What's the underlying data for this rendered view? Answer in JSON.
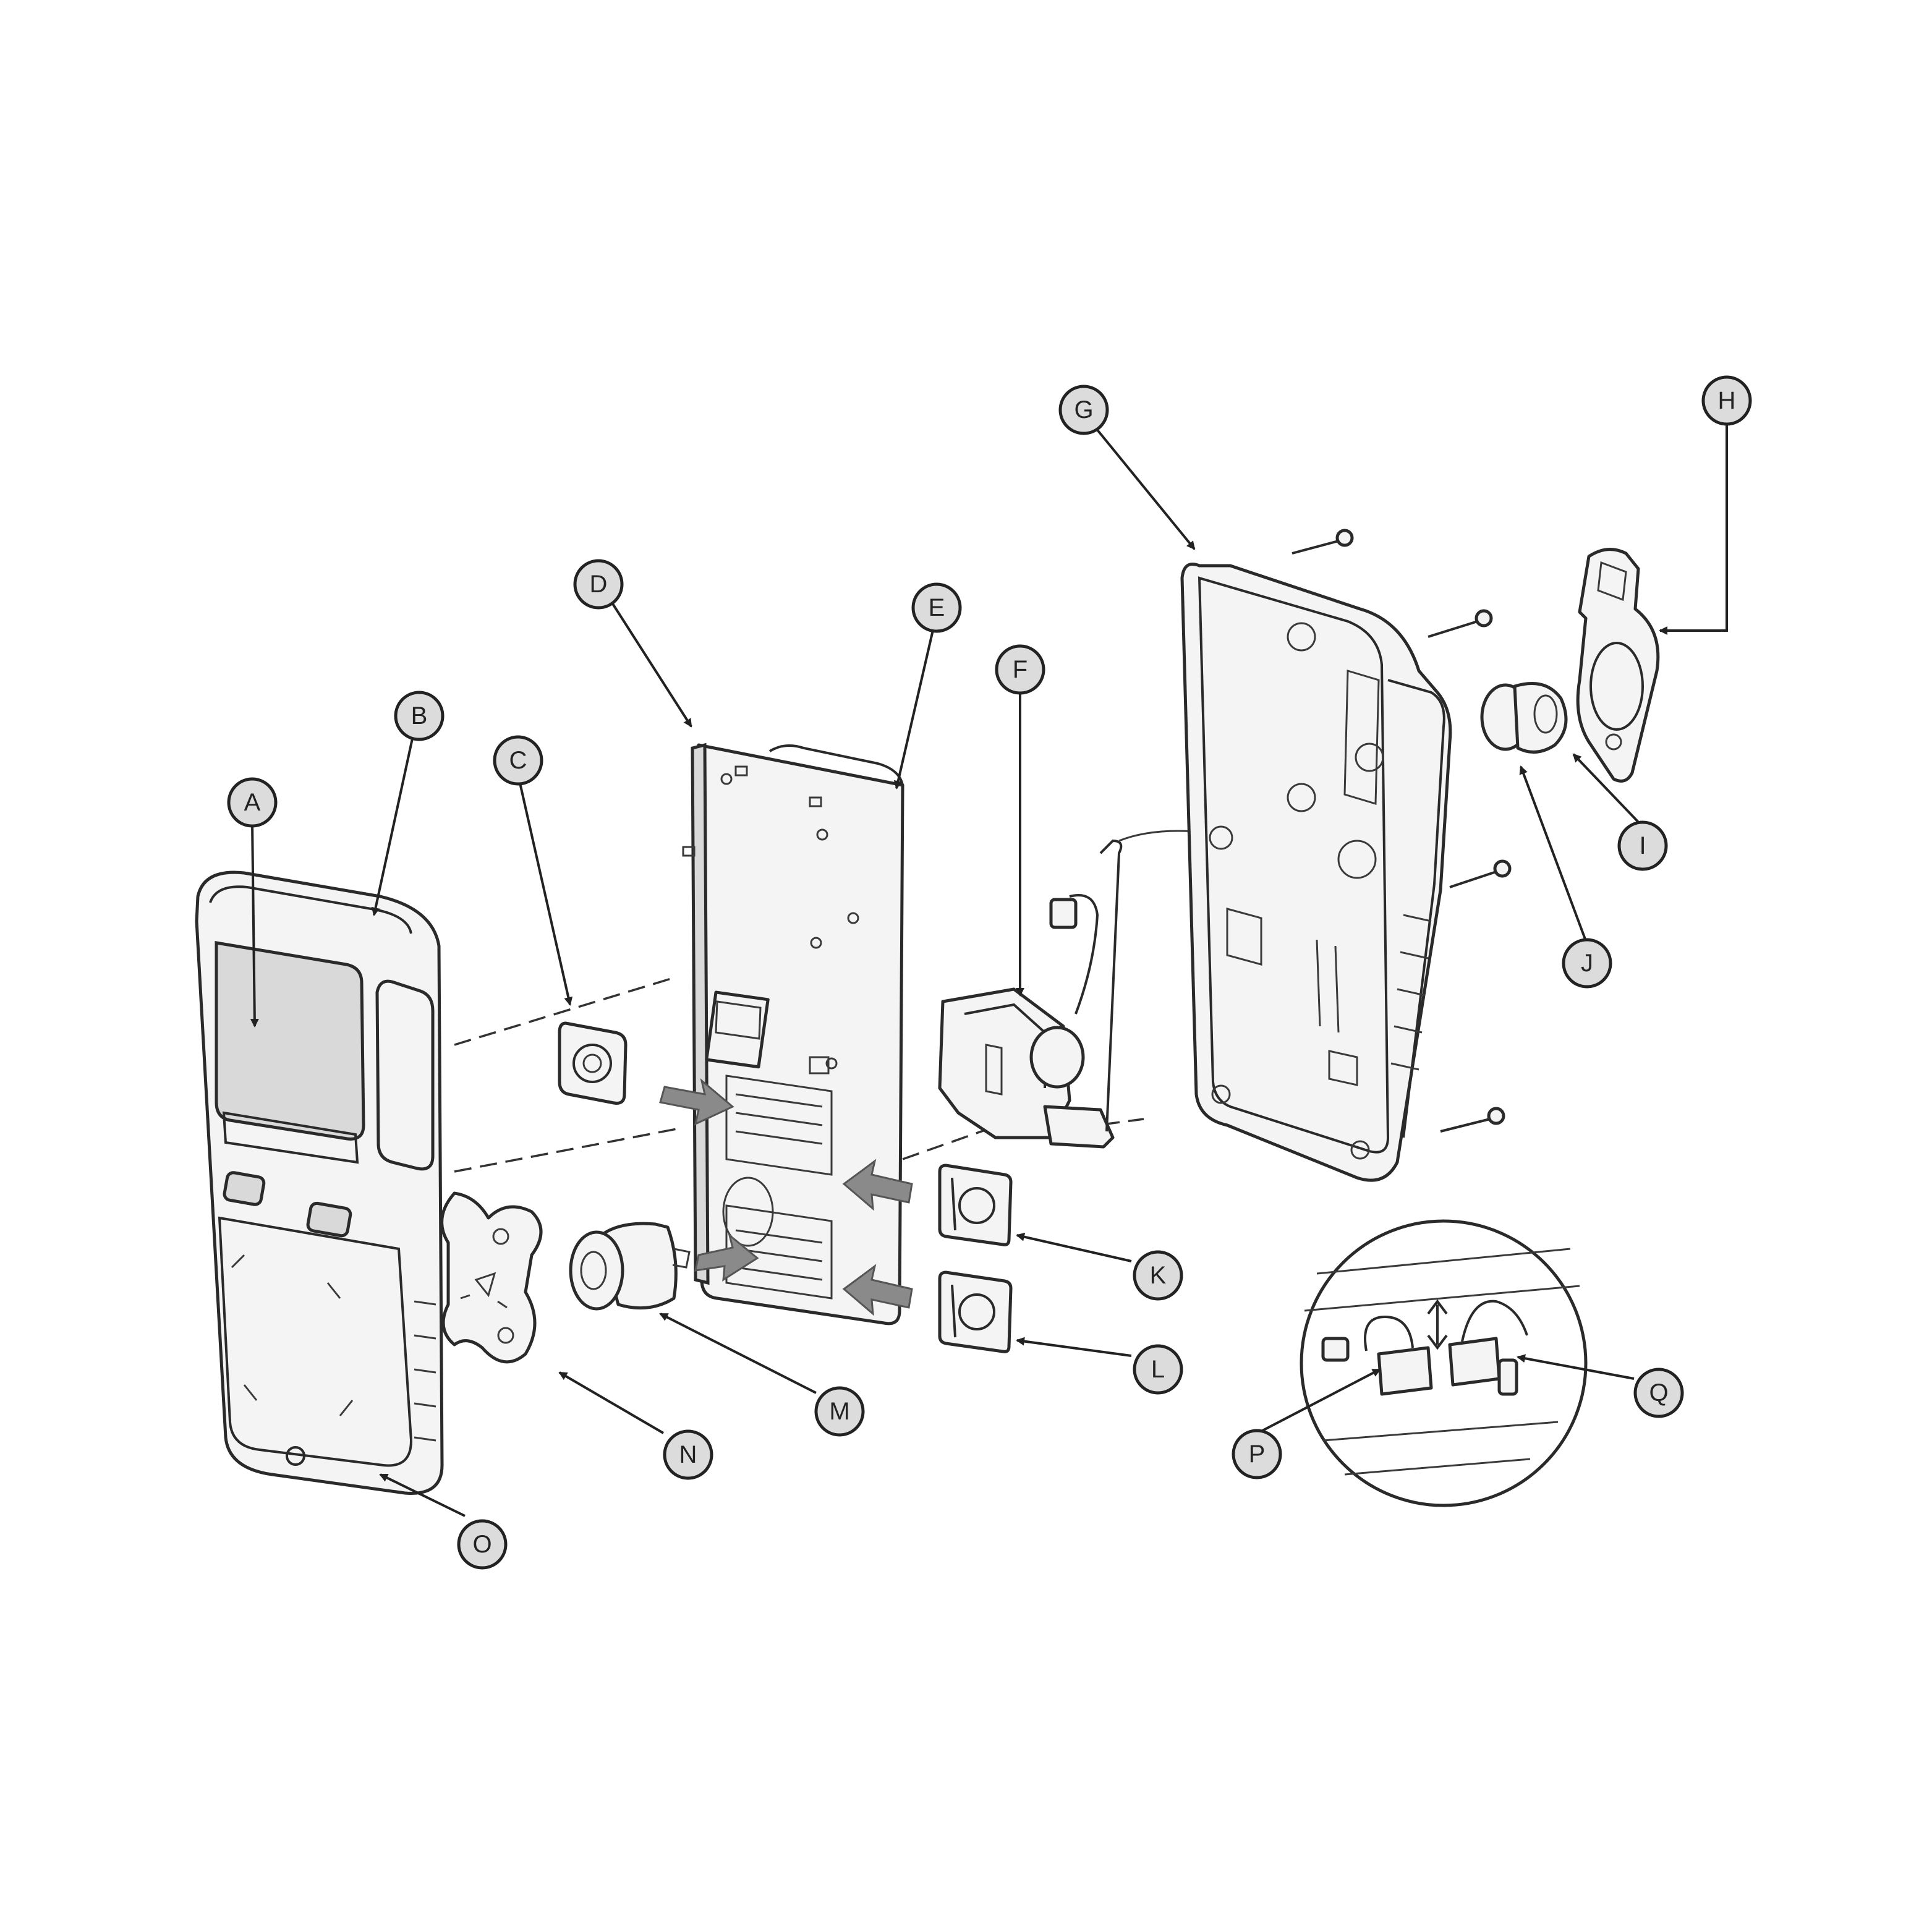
{
  "diagram": {
    "type": "exploded-parts-view",
    "callouts": [
      {
        "id": "A",
        "label": "A"
      },
      {
        "id": "B",
        "label": "B"
      },
      {
        "id": "C",
        "label": "C"
      },
      {
        "id": "D",
        "label": "D"
      },
      {
        "id": "E",
        "label": "E"
      },
      {
        "id": "F",
        "label": "F"
      },
      {
        "id": "G",
        "label": "G"
      },
      {
        "id": "H",
        "label": "H"
      },
      {
        "id": "I",
        "label": "I"
      },
      {
        "id": "J",
        "label": "J"
      },
      {
        "id": "K",
        "label": "K"
      },
      {
        "id": "L",
        "label": "L"
      },
      {
        "id": "M",
        "label": "M"
      },
      {
        "id": "N",
        "label": "N"
      },
      {
        "id": "O",
        "label": "O"
      },
      {
        "id": "P",
        "label": "P"
      },
      {
        "id": "Q",
        "label": "Q"
      }
    ],
    "colors": {
      "line": "#2a2a2a",
      "part_fill": "#f4f4f4",
      "callout_fill": "#dcdcdc",
      "arrow_fill": "#8a8a8a"
    }
  }
}
